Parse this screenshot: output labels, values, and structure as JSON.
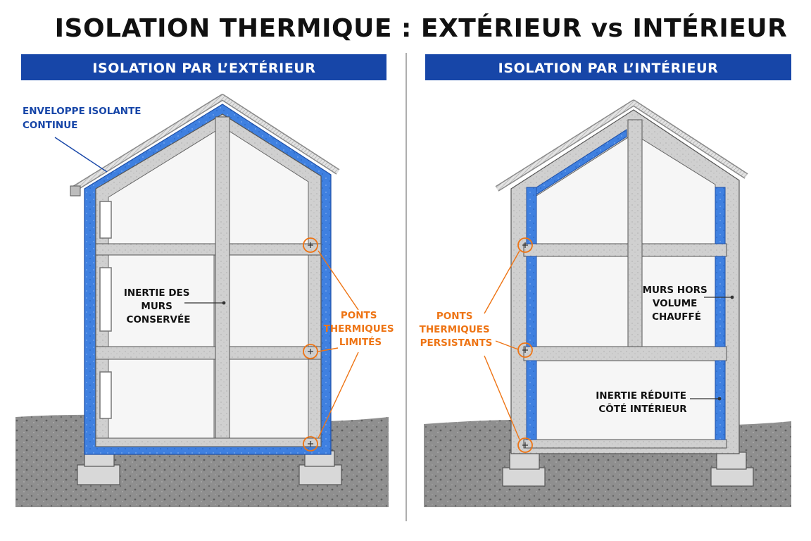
{
  "title": "ISOLATION THERMIQUE : EXTÉRIEUR vs INTÉRIEUR",
  "colors": {
    "banner": "#1746a8",
    "insulation": "#3d7fe0",
    "insulation_light": "#8fb8f2",
    "concrete": "#d2d2d2",
    "ground": "#8c8c8c",
    "callout_orange": "#ee7414",
    "label_blue": "#1746a8"
  },
  "left": {
    "banner": "ISOLATION PAR L’EXTÉRIEUR",
    "envelope_label": [
      "ENVELOPPE ISOLANTE",
      "CONTINUE"
    ],
    "inertia_label": [
      "INERTIE DES",
      "MURS",
      "CONSERVÉE"
    ],
    "bridges_label": [
      "PONTS",
      "THERMIQUES",
      "LIMITÉS"
    ]
  },
  "right": {
    "banner": "ISOLATION PAR L’INTÉRIEUR",
    "bridges_label": [
      "PONTS",
      "THERMIQUES",
      "PERSISTANTS"
    ],
    "walls_label": [
      "MURS HORS",
      "VOLUME",
      "CHAUFFÉ"
    ],
    "inertia_label": [
      "INERTIE RÉDUITE",
      "CÔTÉ INTÉRIEUR"
    ]
  }
}
